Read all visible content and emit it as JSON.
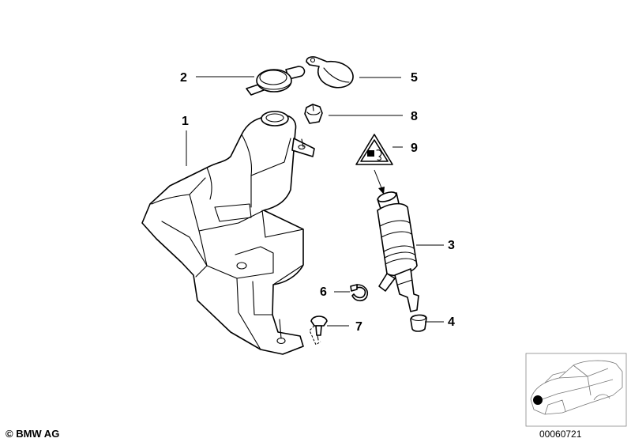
{
  "callouts": {
    "c1": "1",
    "c2": "2",
    "c3": "3",
    "c4": "4",
    "c5": "5",
    "c6": "6",
    "c7": "7",
    "c8": "8",
    "c9": "9"
  },
  "footer": {
    "copyright": "© BMW AG",
    "diagram_code": "00060721"
  },
  "icons": {
    "warning_symbol": "warning-triangle-icon",
    "car_locator_marker_color": "#000000"
  }
}
